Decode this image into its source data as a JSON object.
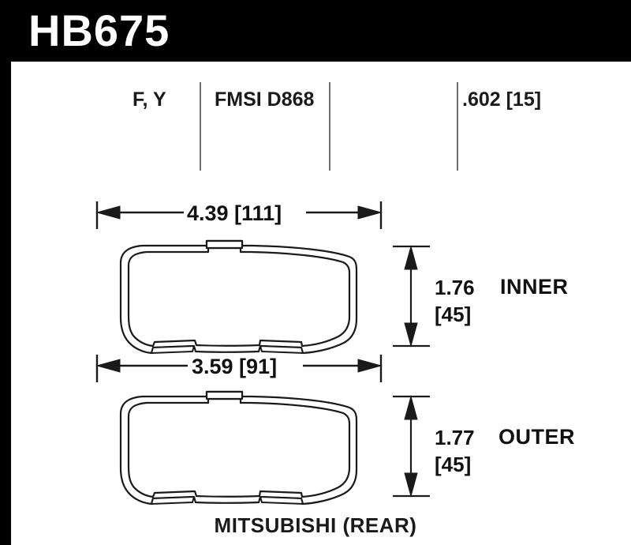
{
  "header": {
    "part_number": "HB675",
    "background_color": "#000000",
    "text_color": "#ffffff"
  },
  "specs": {
    "compound": "F, Y",
    "fmsi": "FMSI D868",
    "thickness": ".602 [15]",
    "divider_color": "#6e6e6e"
  },
  "dimensions": {
    "inner_width": "4.39 [111]",
    "outer_width": "3.59 [91]",
    "inner_height_value": "1.76",
    "inner_height_metric": "[45]",
    "outer_height_value": "1.77",
    "outer_height_metric": "[45]"
  },
  "labels": {
    "inner": "INNER",
    "outer": "OUTER",
    "caption": "MITSUBISHI (REAR)"
  },
  "drawing": {
    "line_color": "#1a1a1a",
    "fill_color": "#ffffff",
    "inner_pad_name": "inner-brake-pad-outline",
    "outer_pad_name": "outer-brake-pad-outline"
  }
}
